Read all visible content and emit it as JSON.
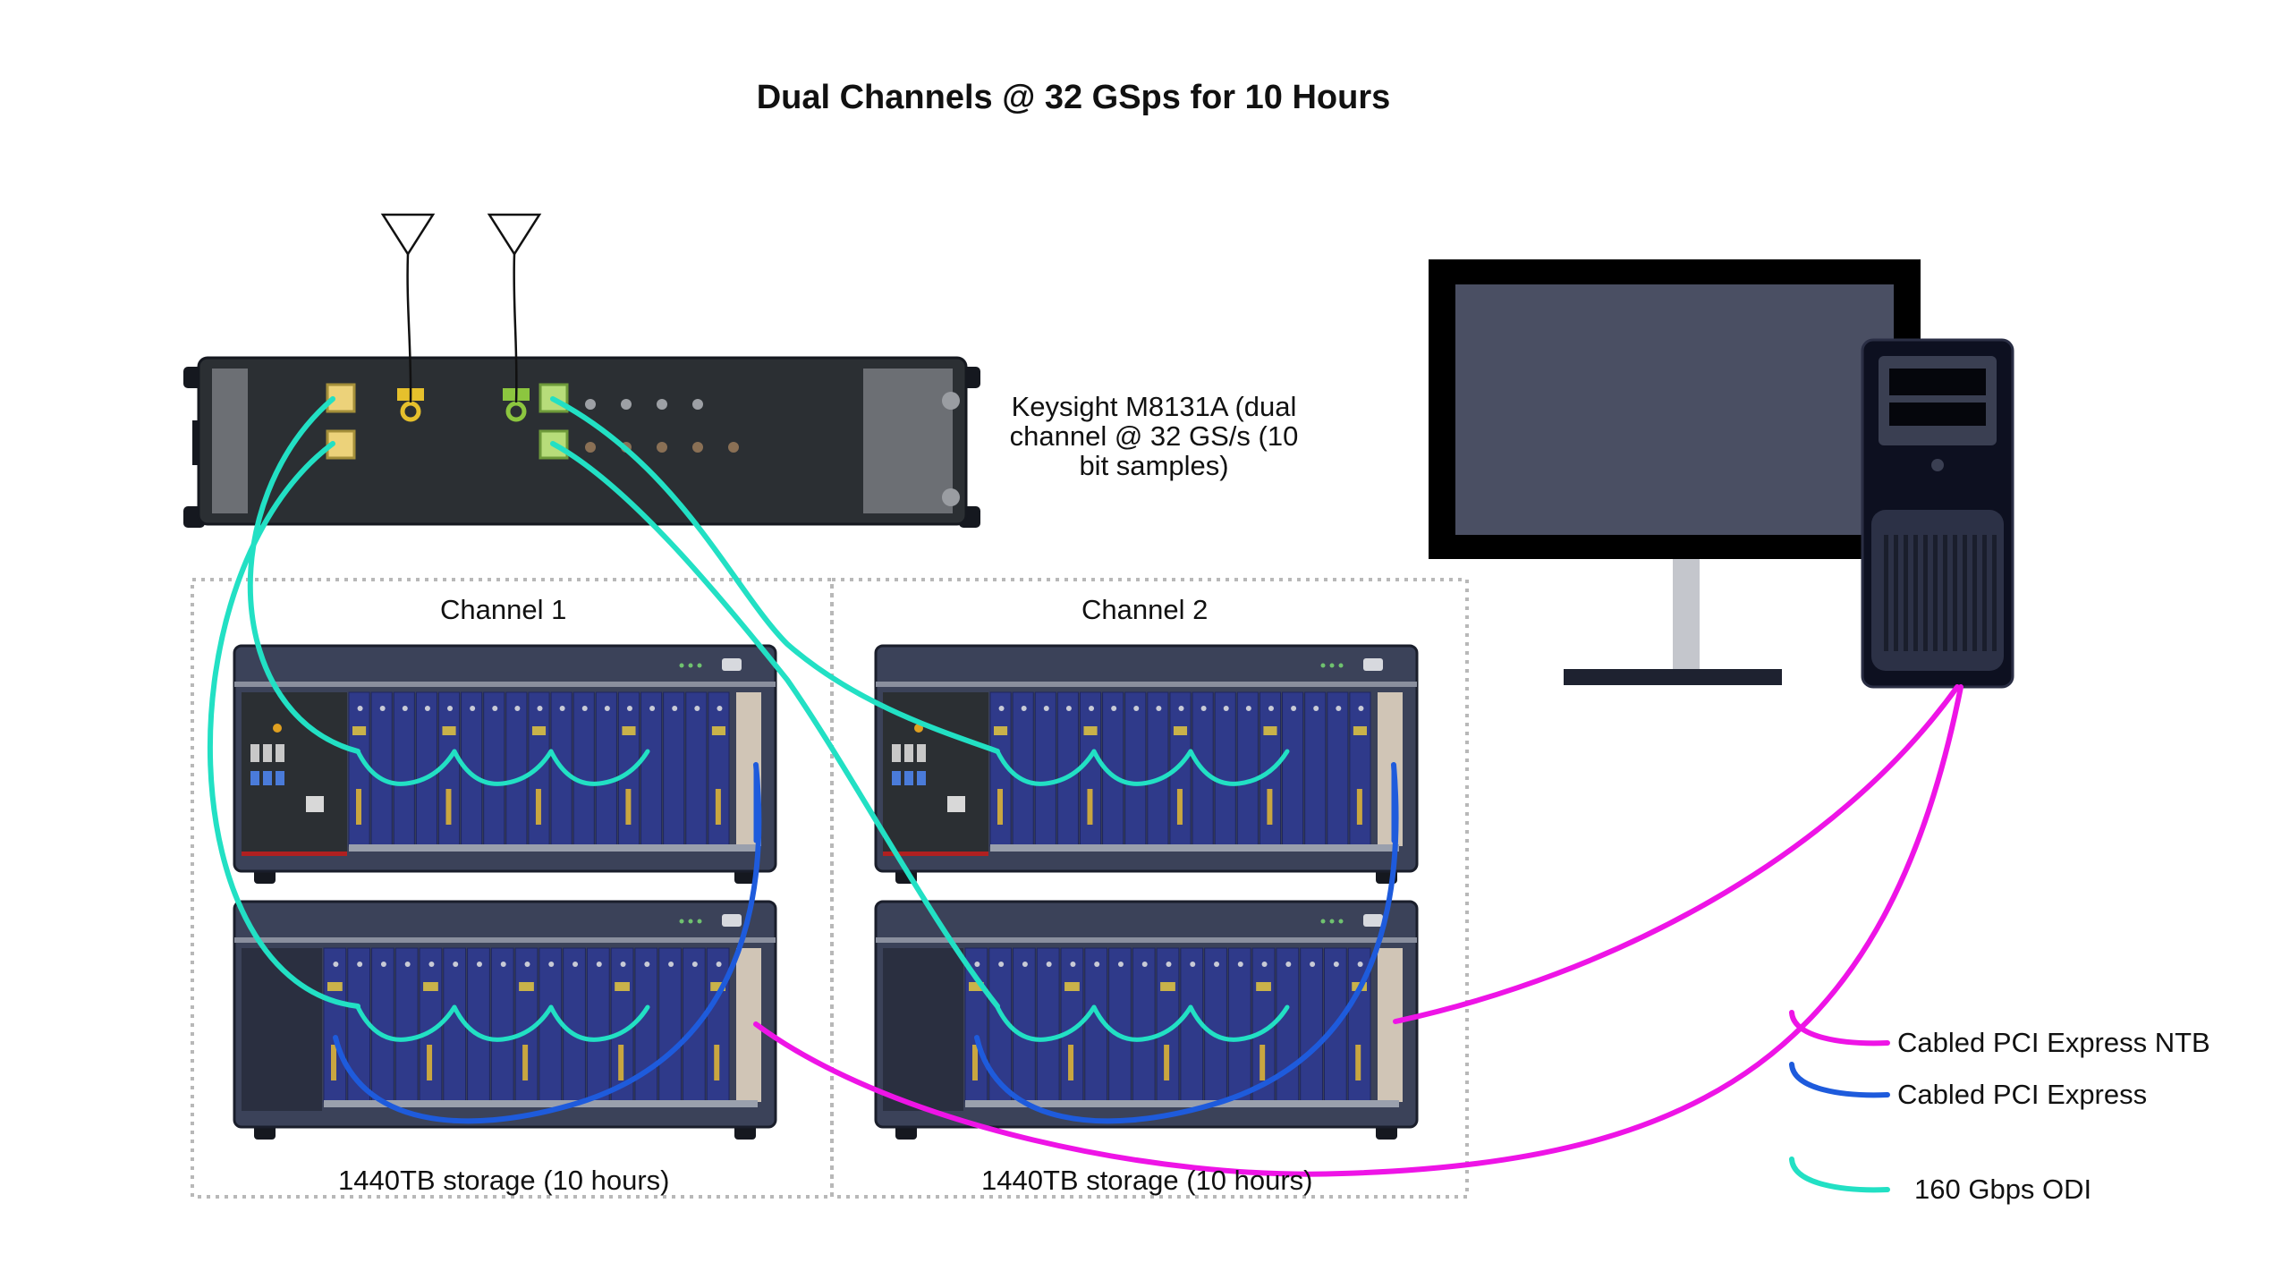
{
  "title": "Dual Channels @ 32 GSps for 10 Hours",
  "instrument": {
    "label_lines": [
      "Keysight M8131A (dual",
      "channel @ 32 GS/s (10",
      "bit samples)"
    ]
  },
  "groups": [
    {
      "name": "Channel 1",
      "storage": "1440TB storage (10 hours)"
    },
    {
      "name": "Channel 2",
      "storage": "1440TB storage (10 hours)"
    }
  ],
  "legend": [
    {
      "label": "Cabled PCI Express NTB",
      "color": "#ee14e6"
    },
    {
      "label": "Cabled PCI Express",
      "color": "#1e5bdc"
    },
    {
      "label": "160 Gbps ODI",
      "color": "#22e0c4"
    }
  ],
  "colors": {
    "chassis": "#3b4259",
    "module": "#2f3a8a",
    "digitizer": "#2b2f33",
    "monitor_bezel": "#000000",
    "monitor_screen": "#4a4f63",
    "tower": "#0d1020"
  },
  "icons": [
    "antenna-icon",
    "monitor-icon",
    "tower-pc-icon"
  ]
}
